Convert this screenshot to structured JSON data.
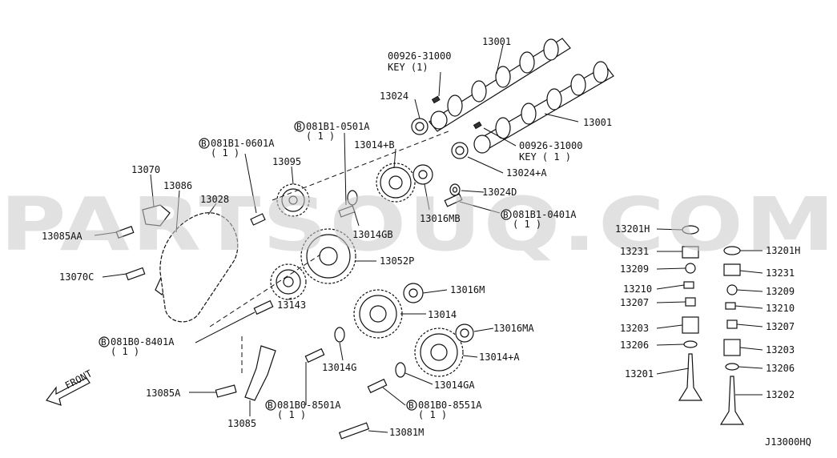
{
  "watermark": "PARTSOUQ.COM",
  "diagram_code": "J13000HQ",
  "front_label": "FRONT",
  "callouts": {
    "c13001a": "13001",
    "c13001b": "13001",
    "key_top_no": "00926-31000",
    "key_top_qty": "KEY (1)",
    "c13024": "13024",
    "bolt_0501a": "081B1-0501A",
    "bolt_0501a_qty": "( 1 )",
    "bolt_0601a": "081B1-0601A",
    "bolt_0601a_qty": "( 1 )",
    "c13014b": "13014+B",
    "key_right_no": "00926-31000",
    "key_right_qty": "KEY ( 1 )",
    "c13024a": "13024+A",
    "c13024d": "13024D",
    "bolt_0401a": "081B1-0401A",
    "bolt_0401a_qty": "( 1 )",
    "c13070": "13070",
    "c13086": "13086",
    "c13028": "13028",
    "c13095": "13095",
    "c13085aa": "13085AA",
    "c13014gb": "13014GB",
    "c13016mb": "13016MB",
    "c13070c": "13070C",
    "c13052p": "13052P",
    "c13016m": "13016M",
    "c13014": "13014",
    "c13143": "13143",
    "c13016ma": "13016MA",
    "bolt_8401a": "081B0-8401A",
    "bolt_8401a_qty": "( 1 )",
    "c13014a": "13014+A",
    "c13014g": "13014G",
    "c13014ga": "13014GA",
    "c13085a": "13085A",
    "bolt_8501a": "081B0-8501A",
    "bolt_8501a_qty": "( 1 )",
    "bolt_8551a": "081B0-8551A",
    "bolt_8551a_qty": "( 1 )",
    "c13085": "13085",
    "c13081m": "13081M",
    "v13201h_l": "13201H",
    "v13231_l": "13231",
    "v13209_l": "13209",
    "v13210_l": "13210",
    "v13207_l": "13207",
    "v13203_l": "13203",
    "v13206_l": "13206",
    "v13201_l": "13201",
    "v13201h_r": "13201H",
    "v13231_r": "13231",
    "v13209_r": "13209",
    "v13210_r": "13210",
    "v13207_r": "13207",
    "v13203_r": "13203",
    "v13206_r": "13206",
    "v13202_r": "13202"
  }
}
